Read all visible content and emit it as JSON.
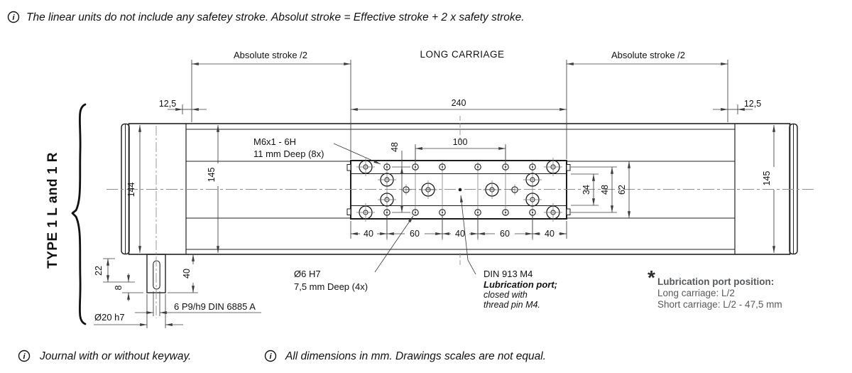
{
  "notes": {
    "info_glyph": "i",
    "top": "The linear units do not include any safetey stroke. Absolut stroke = Effective stroke + 2 x safety stroke.",
    "bottom_left": "Journal with or without keyway.",
    "bottom_right": "All dimensions in mm. Drawings scales are not equal."
  },
  "header": {
    "carriage_title": "LONG CARRIAGE"
  },
  "side": {
    "type_label": "TYPE 1 L and 1 R"
  },
  "dims": {
    "abs_stroke_left": "Absolute stroke /2",
    "abs_stroke_right": "Absolute stroke /2",
    "offset_left": "12,5",
    "offset_right": "12,5",
    "carriage_length": "240",
    "hole_span": "100",
    "row_span": "48",
    "chain": [
      "40",
      "60",
      "40",
      "60",
      "40"
    ],
    "mid_rows": "34",
    "row_span_right": "48",
    "carriage_width": "62",
    "end_height": "144",
    "body_height_left": "145",
    "body_height_right": "145",
    "keyway_offset": "22",
    "keyway_end": "8",
    "journal_length": "40"
  },
  "callouts": {
    "thread_line1": "M6x1 - 6H",
    "thread_line2": "11 mm Deep (8x)",
    "dowel_line1": "Ø6 H7",
    "dowel_line2": "7,5 mm Deep (4x)",
    "lube_line1": "DIN 913 M4",
    "lube_line2": "Lubrication port;",
    "lube_line3": "closed with",
    "lube_line4": "thread pin M4.",
    "keyway_spec": "6 P9/h9 DIN 6885 A",
    "journal_spec": "Ø20 h7",
    "footnote_marker": "*",
    "footnote_title": "Lubrication port position:",
    "footnote_line1": "Long carriage: L/2",
    "footnote_line2": "Short carriage: L/2 - 47,5 mm"
  },
  "colors": {
    "line": "#1f1f1f",
    "dim": "#3d3d3d",
    "center": "#8f8f8f",
    "footnote_text": "#58595b"
  }
}
